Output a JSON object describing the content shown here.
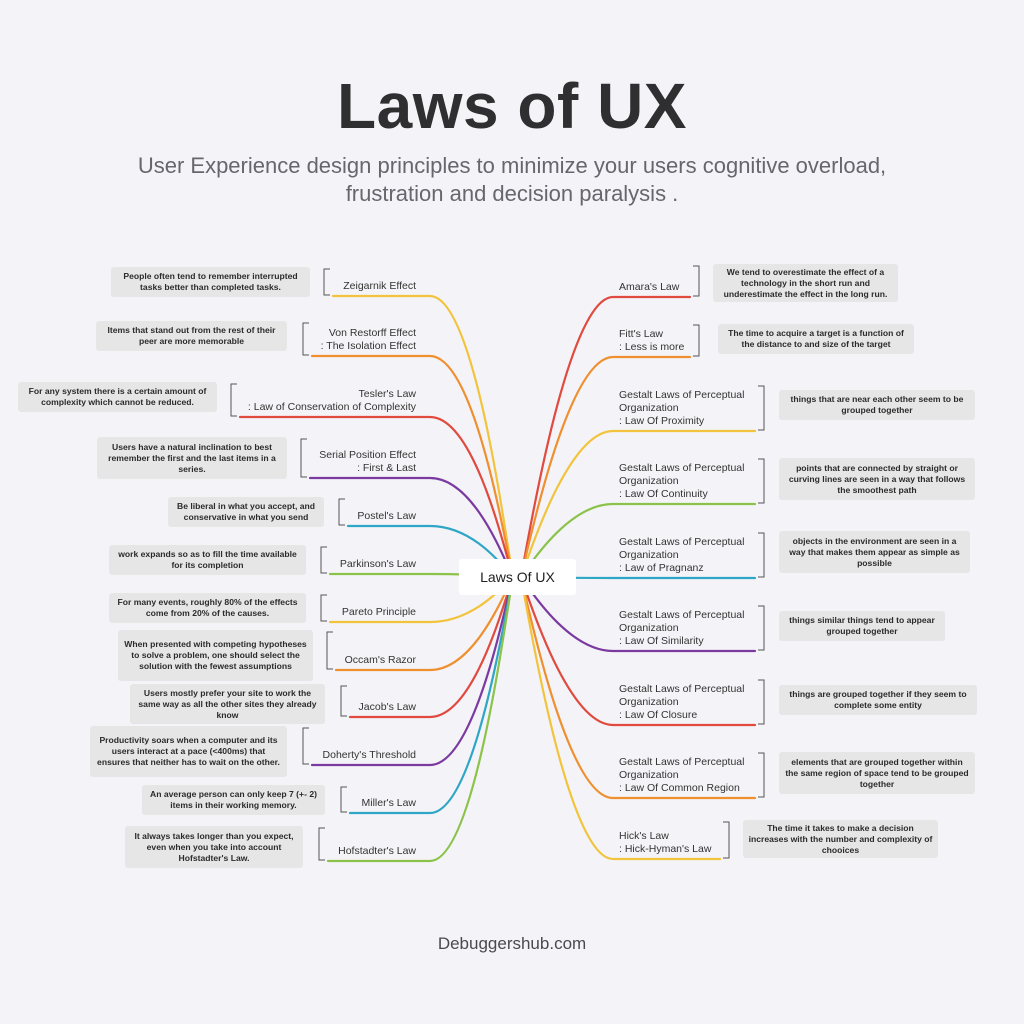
{
  "header": {
    "title": "Laws of UX",
    "subtitle": "User Experience design principles to minimize your users cognitive overload, frustration and decision paralysis ."
  },
  "center": {
    "label": "Laws Of UX"
  },
  "left_branches": [
    {
      "label": "Zeigarnik Effect",
      "note": "People often tend to remember interrupted tasks better than completed tasks.",
      "color": "#f2c43d"
    },
    {
      "label": "Von Restorff Effect\n: The Isolation Effect",
      "note": "Items that stand out from the rest of their peer are more memorable",
      "color": "#ef8f2f"
    },
    {
      "label": "Tesler's Law\n: Law of Conservation of Complexity",
      "note": "For any system there is a certain amount of complexity which cannot be reduced.",
      "color": "#e04a3f"
    },
    {
      "label": "Serial Position Effect\n: First & Last",
      "note": "Users have a natural inclination to best remember the first and the last items in a series.",
      "color": "#7b3aa0"
    },
    {
      "label": "Postel's Law",
      "note": "Be liberal in what you accept, and conservative in what you send",
      "color": "#2ea6c6"
    },
    {
      "label": "Parkinson's Law",
      "note": "work expands so as to fill the time available for its completion",
      "color": "#8bc34a"
    },
    {
      "label": "Pareto Principle",
      "note": "For many events, roughly 80% of the effects come from 20% of the causes.",
      "color": "#f2c43d"
    },
    {
      "label": "Occam's Razor",
      "note": "When presented with competing hypotheses to solve a problem, one should select the solution with the fewest assumptions",
      "color": "#ef8f2f"
    },
    {
      "label": "Jacob's Law",
      "note": "Users mostly prefer your site to work the same way as all the other sites they already know",
      "color": "#e04a3f"
    },
    {
      "label": "Doherty's Threshold",
      "note": "Productivity soars when a computer and its users interact at a pace (<400ms) that ensures that neither has to wait on the other.",
      "color": "#7b3aa0"
    },
    {
      "label": "Miller's Law",
      "note": "An average person can only keep 7 (+- 2) items in their working memory.",
      "color": "#2ea6c6"
    },
    {
      "label": "Hofstadter's Law",
      "note": "It always takes longer than you expect, even when you take into account Hofstadter's Law.",
      "color": "#8bc34a"
    }
  ],
  "right_branches": [
    {
      "label": "Amara's Law",
      "note": "We tend to overestimate the effect of a technology in the short run and underestimate the effect in the long run.",
      "color": "#e04a3f"
    },
    {
      "label": "Fitt's Law\n: Less is more",
      "note": "The time to acquire a target is a function of the distance to and size of the target",
      "color": "#ef8f2f"
    },
    {
      "label": "Gestalt Laws of Perceptual\nOrganization\n: Law Of Proximity",
      "note": "things that are near each other seem to be grouped together",
      "color": "#f2c43d"
    },
    {
      "label": "Gestalt Laws of Perceptual\nOrganization\n: Law Of Continuity",
      "note": "points that are connected by straight or curving lines are seen in a way that follows the smoothest path",
      "color": "#8bc34a"
    },
    {
      "label": "Gestalt Laws of Perceptual\nOrganization\n : Law of Pragnanz",
      "note": "objects in the environment are seen in a way that makes them appear as simple as possible",
      "color": "#2ea6c6"
    },
    {
      "label": "Gestalt Laws of Perceptual\nOrganization\n : Law Of Similarity",
      "note": "things similar things tend to appear grouped together",
      "color": "#7b3aa0"
    },
    {
      "label": "Gestalt Laws of Perceptual\nOrganization\n: Law Of Closure",
      "note": "things are grouped together if they seem to complete some entity",
      "color": "#e04a3f"
    },
    {
      "label": "Gestalt Laws of Perceptual\nOrganization\n: Law Of Common Region",
      "note": "elements that are grouped together within the same region of space tend to be grouped together",
      "color": "#ef8f2f"
    },
    {
      "label": "Hick's Law\n: Hick-Hyman's Law",
      "note": "The time it takes to make a decision increases with the number and complexity of chooices",
      "color": "#f2c43d"
    }
  ],
  "footer": {
    "text": "Debuggershub.com"
  }
}
